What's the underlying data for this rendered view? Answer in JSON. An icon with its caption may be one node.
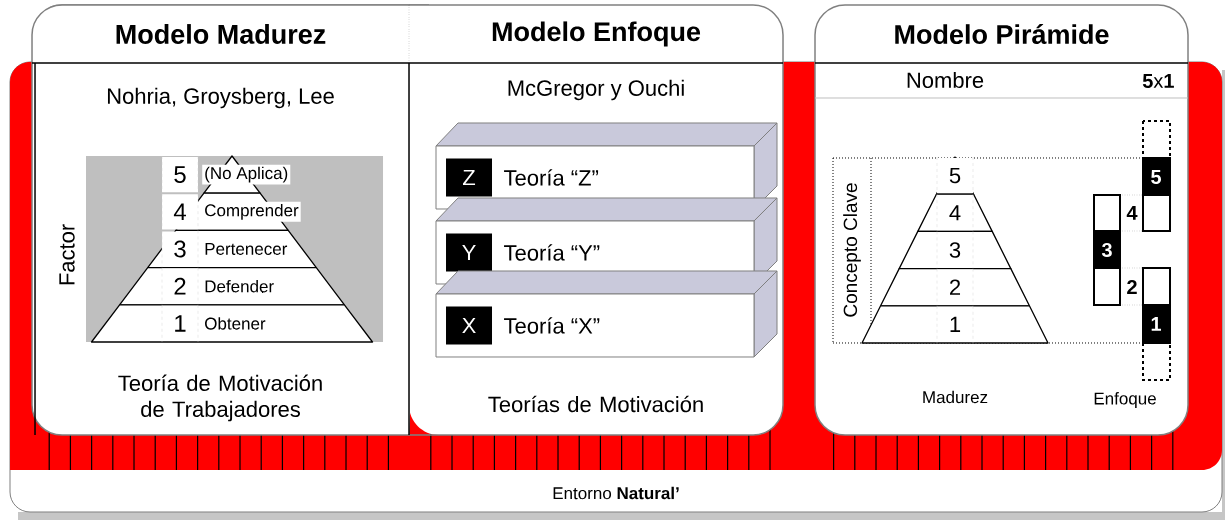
{
  "diagram": {
    "nodes": [
      {
        "text": [
          "Entorno **Natural’**"
        ]
      },
      {
        "text": [
          "Modelo Madurez",
          "Nohria, Groysberg, Lee",
          "Teoría de Motivación de Trabajadores"
        ]
      },
      {
        "text": [
          "5",
          "(No Aplica)"
        ],
        "in": 1
      },
      {
        "text": [
          "4",
          "Comprender"
        ],
        "in": 1
      },
      {
        "text": [
          "3",
          "Pertenecer"
        ],
        "in": 1
      },
      {
        "text": [
          "2",
          "Defender"
        ],
        "in": 1
      },
      {
        "text": [
          "1",
          "Obtener"
        ],
        "in": 1
      },
      {
        "text": [
          "Modelo Enfoque",
          "McGregor y Ouchi",
          "Teorías de Motivación"
        ]
      },
      {
        "text": [
          "Z",
          "Teoría “Z”"
        ],
        "in": 7
      },
      {
        "text": [
          "Y",
          "Teoría “Y”"
        ],
        "in": 7
      },
      {
        "text": [
          "X",
          "Teoría “X”"
        ],
        "in": 7
      },
      {
        "text": [
          "Modelo Pirámide",
          "Nombre",
          "**5**x**1**"
        ]
      },
      {
        "text": [
          "5"
        ],
        "in": 11
      },
      {
        "text": [
          "4"
        ],
        "in": 11
      },
      {
        "text": [
          "3"
        ],
        "in": 11
      },
      {
        "text": [
          "2"
        ],
        "in": 11
      },
      {
        "text": [
          "1"
        ],
        "in": 11
      }
    ],
    "labels": [
      "Factor",
      "Concepto Clave",
      "5",
      "4",
      "3",
      "2",
      "1",
      "Madurez",
      "Enfoque"
    ]
  }
}
